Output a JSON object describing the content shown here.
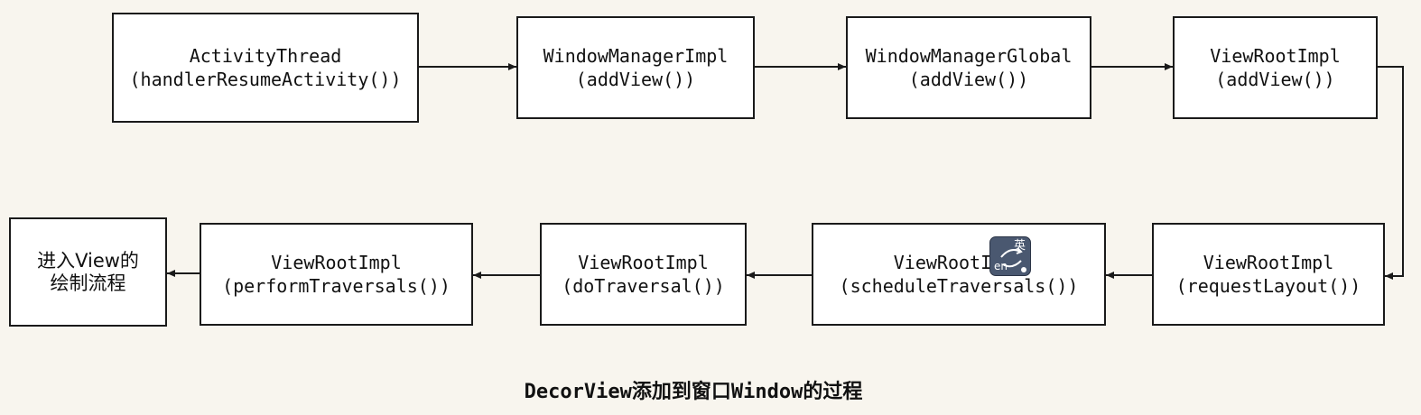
{
  "nodes": [
    {
      "id": "activity-thread",
      "lines": [
        "ActivityThread",
        "(handlerResumeActivity())"
      ]
    },
    {
      "id": "window-manager-impl",
      "lines": [
        "WindowManagerImpl",
        "(addView())"
      ]
    },
    {
      "id": "window-manager-global",
      "lines": [
        "WindowManagerGlobal",
        "(addView())"
      ]
    },
    {
      "id": "view-root-impl-add-view",
      "lines": [
        "ViewRootImpl",
        "(addView())"
      ]
    },
    {
      "id": "view-root-impl-request-layout",
      "lines": [
        "ViewRootImpl",
        "(requestLayout())"
      ]
    },
    {
      "id": "view-root-impl-schedule-traversals",
      "lines": [
        "ViewRootImpl",
        "(scheduleTraversals())"
      ]
    },
    {
      "id": "view-root-impl-do-traversal",
      "lines": [
        "ViewRootImpl",
        "(doTraversal())"
      ]
    },
    {
      "id": "view-root-impl-perform-traversals",
      "lines": [
        "ViewRootImpl",
        "(performTraversals())"
      ]
    },
    {
      "id": "view-draw-process",
      "lines": [
        "进入View的",
        "绘制流程"
      ]
    }
  ],
  "edges": [
    {
      "from": "activity-thread",
      "to": "window-manager-impl"
    },
    {
      "from": "window-manager-impl",
      "to": "window-manager-global"
    },
    {
      "from": "window-manager-global",
      "to": "view-root-impl-add-view"
    },
    {
      "from": "view-root-impl-add-view",
      "to": "view-root-impl-request-layout"
    },
    {
      "from": "view-root-impl-request-layout",
      "to": "view-root-impl-schedule-traversals"
    },
    {
      "from": "view-root-impl-schedule-traversals",
      "to": "view-root-impl-do-traversal"
    },
    {
      "from": "view-root-impl-do-traversal",
      "to": "view-root-impl-perform-traversals"
    },
    {
      "from": "view-root-impl-perform-traversals",
      "to": "view-draw-process"
    }
  ],
  "caption": "DecorView添加到窗口Window的过程",
  "ime_indicator": {
    "primary_label": "英",
    "secondary_label": "en",
    "icon": "input-method-switch-icon"
  },
  "colors": {
    "background": "#f8f5ee",
    "box_border": "#1a1a1a",
    "box_fill": "#ffffff",
    "line": "#1a1a1a",
    "ime_badge": "#4a5870"
  }
}
